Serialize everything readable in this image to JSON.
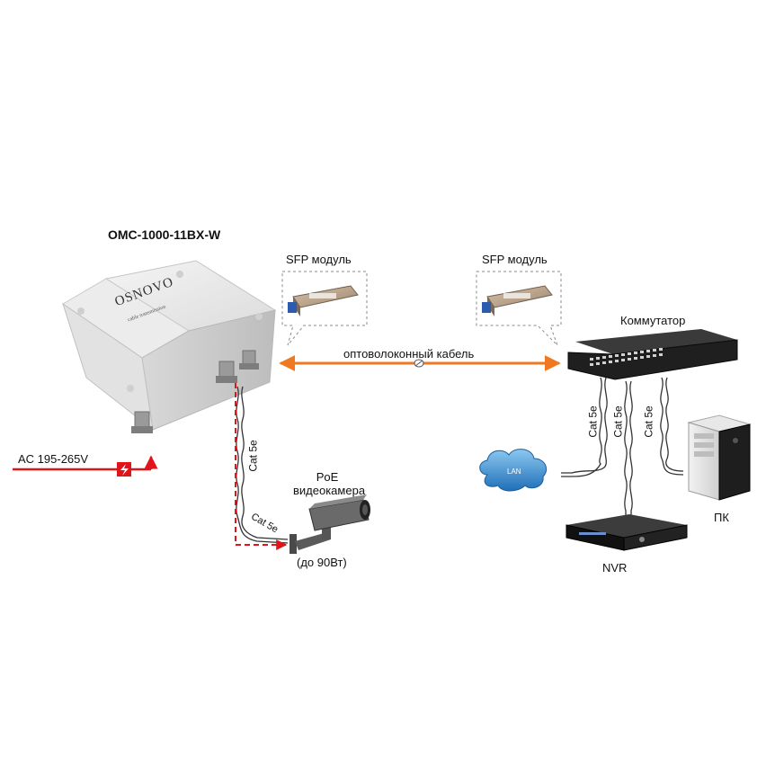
{
  "device": {
    "model": "OMC-1000-11BX-W",
    "brand": "OSNOVO",
    "brand_tagline": "cable transmission"
  },
  "sfp_left": {
    "label": "SFP модуль"
  },
  "sfp_right": {
    "label": "SFP модуль"
  },
  "fiber": {
    "label": "оптоволоконный кабель",
    "color": "#f07820"
  },
  "switch": {
    "label": "Коммутатор"
  },
  "power": {
    "label": "AC 195-265V",
    "color": "#e0151b"
  },
  "camera": {
    "title_line1": "PoE",
    "title_line2": "видеокамера",
    "power_note": "(до 90Вт)"
  },
  "cables": {
    "camera_cable": "Cat 5e",
    "camera_cable_lower": "Cat 5e",
    "switch_cable_1": "Cat 5e",
    "switch_cable_2": "Cat 5e",
    "switch_cable_3": "Cat 5e"
  },
  "lan": {
    "label": "LAN"
  },
  "nvr": {
    "label": "NVR"
  },
  "pc": {
    "label": "ПК"
  }
}
